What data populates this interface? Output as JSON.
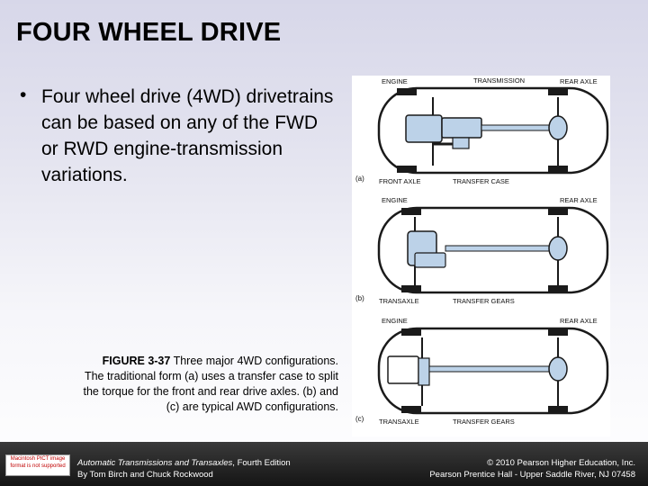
{
  "slide": {
    "title": "FOUR WHEEL DRIVE",
    "bullet": "Four wheel drive (4WD) drivetrains can be based on any of the FWD or RWD engine-transmission variations."
  },
  "figure": {
    "panel_a": {
      "letter": "(a)",
      "labels": {
        "engine": "ENGINE",
        "transmission": "TRANSMISSION",
        "rear_axle": "REAR AXLE",
        "front_axle": "FRONT AXLE",
        "transfer_case": "TRANSFER CASE"
      }
    },
    "panel_b": {
      "letter": "(b)",
      "labels": {
        "engine": "ENGINE",
        "rear_axle": "REAR AXLE",
        "transaxle": "TRANSAXLE",
        "transfer_gears": "TRANSFER GEARS"
      }
    },
    "panel_c": {
      "letter": "(c)",
      "labels": {
        "engine": "ENGINE",
        "rear_axle": "REAR AXLE",
        "transaxle": "TRANSAXLE",
        "transfer_gears": "TRANSFER GEARS"
      }
    },
    "colors": {
      "component": "#bcd2e8",
      "outline": "#1a1a1a"
    }
  },
  "caption": {
    "figure_number": "FIGURE 3-37",
    "text": " Three major 4WD configurations. The traditional form (a) uses a transfer case to split the torque for the front and rear drive axles. (b) and (c) are typical AWD configurations."
  },
  "footer": {
    "logo_text": "Macintosh PICT image format is not supported",
    "book_title": "Automatic Transmissions and Transaxles",
    "edition": ", Fourth Edition",
    "authors": "By Tom Birch and Chuck Rockwood",
    "copyright": "© 2010 Pearson Higher Education, Inc.",
    "publisher": "Pearson Prentice Hall - Upper Saddle River, NJ 07458"
  }
}
